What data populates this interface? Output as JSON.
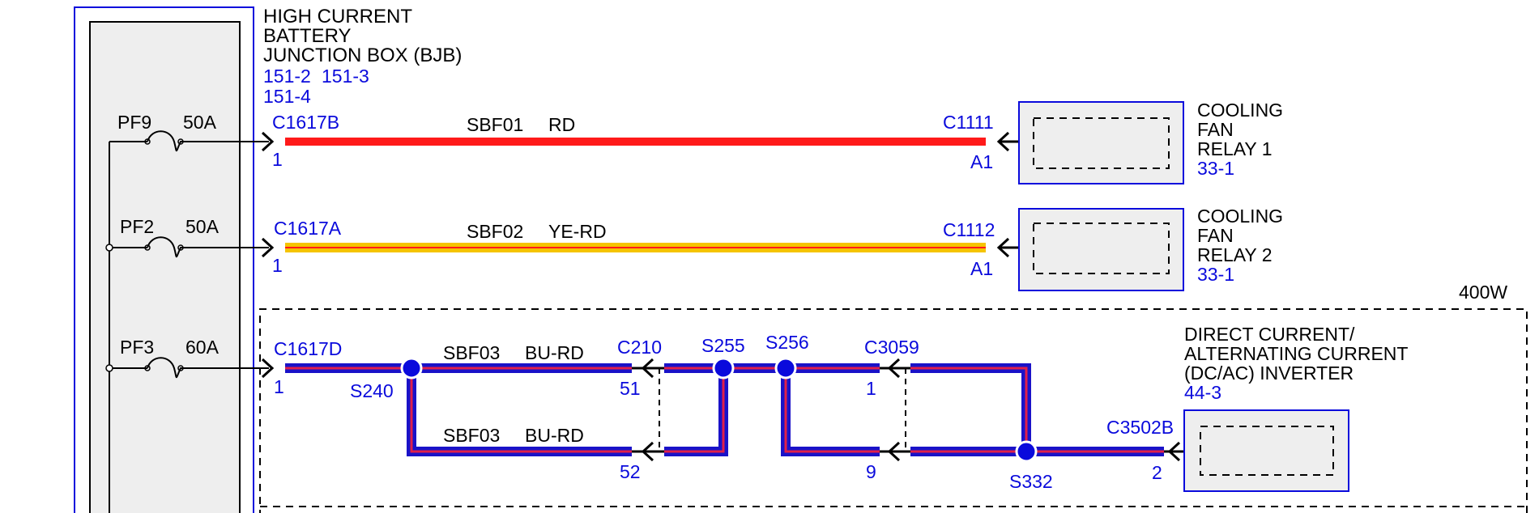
{
  "colors": {
    "connector_blue": "#0a0adc",
    "wire_red": "#ff1a1a",
    "wire_yellow": "#f5c400",
    "wire_blue": "#1a12c8",
    "wire_stripe_red": "#e0204a",
    "box_fill": "#eeeeee",
    "line": "#000000"
  },
  "bjb": {
    "title_line1": "HIGH CURRENT",
    "title_line2": "BATTERY",
    "title_line3": "JUNCTION BOX (BJB)",
    "ref1": "151-2",
    "ref2": "151-3",
    "ref3": "151-4",
    "fuses": [
      {
        "name": "PF9",
        "rating": "50A"
      },
      {
        "name": "PF2",
        "rating": "50A"
      },
      {
        "name": "PF3",
        "rating": "60A"
      }
    ]
  },
  "circuits": [
    {
      "start_connector": "C1617B",
      "start_pin": "1",
      "circuit": "SBF01",
      "color_code": "RD",
      "end_connector": "C1111",
      "end_pin": "A1"
    },
    {
      "start_connector": "C1617A",
      "start_pin": "1",
      "circuit": "SBF02",
      "color_code": "YE-RD",
      "end_connector": "C1112",
      "end_pin": "A1"
    }
  ],
  "devices": {
    "relay1": {
      "line1": "COOLING",
      "line2": "FAN",
      "line3": "RELAY 1",
      "ref": "33-1"
    },
    "relay2": {
      "line1": "COOLING",
      "line2": "FAN",
      "line3": "RELAY 2",
      "ref": "33-1"
    },
    "inverter": {
      "line1": "DIRECT CURRENT/",
      "line2": "ALTERNATING CURRENT",
      "line3": "(DC/AC) INVERTER",
      "ref": "44-3"
    }
  },
  "option_region": {
    "label": "400W"
  },
  "inverter_circuit": {
    "start_connector": "C1617D",
    "start_pin": "1",
    "upper_wire": {
      "circuit": "SBF03",
      "color_code": "BU-RD"
    },
    "lower_wire": {
      "circuit": "SBF03",
      "color_code": "BU-RD"
    },
    "splices": {
      "s240": "S240",
      "s255": "S255",
      "s256": "S256",
      "s332": "S332"
    },
    "inline1": {
      "connector": "C210",
      "pin_upper": "51",
      "pin_lower": "52"
    },
    "inline2": {
      "connector": "C3059",
      "pin_upper": "1",
      "pin_lower": "9"
    },
    "end": {
      "connector": "C3502B",
      "pin": "2"
    }
  }
}
